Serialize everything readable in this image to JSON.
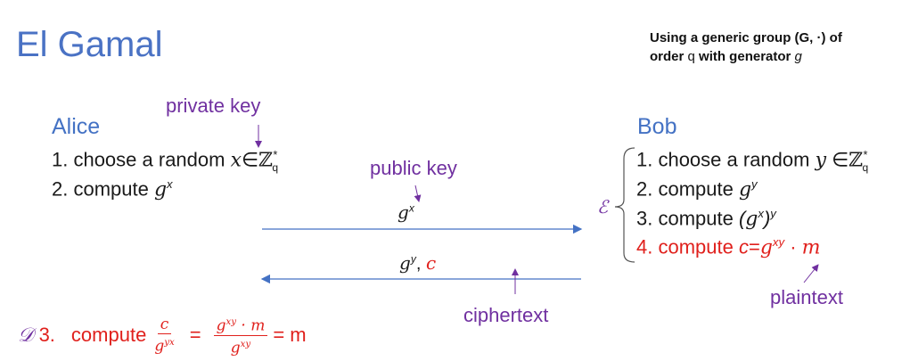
{
  "title": "El Gamal",
  "note": {
    "line1": "Using a generic group (G, ·) of",
    "line2_pre": "order ",
    "line2_q": "q",
    "line2_mid": " with generator ",
    "line2_g": "g"
  },
  "labels": {
    "private_key": "private key",
    "public_key": "public key",
    "ciphertext": "ciphertext",
    "plaintext": "plaintext"
  },
  "alice": {
    "name": "Alice",
    "step1": "1. choose a random ",
    "step1_var": "x",
    "step1_in": "∈",
    "step1_set": "ℤ",
    "step1_sub": "q",
    "step1_sup": "*",
    "step2": "2. compute ",
    "step2_base": "g",
    "step2_exp": "x"
  },
  "bob": {
    "name": "Bob",
    "brace_symbol": "ℰ",
    "step1": "1. choose a random ",
    "step1_var": "y",
    "step1_in": " ∈",
    "step1_set": "ℤ",
    "step1_sub": "q",
    "step1_sup": "*",
    "step2": "2. compute ",
    "step2_base": "g",
    "step2_exp": "y",
    "step3": "3. compute  ",
    "step3_open": "(",
    "step3_base": "g",
    "step3_exp1": "x",
    "step3_close": ")",
    "step3_exp2": "y",
    "step4": "4. compute ",
    "step4_c": "c",
    "step4_eq": "=",
    "step4_base": "g",
    "step4_exp": "xy",
    "step4_dot": " · ",
    "step4_m": "m"
  },
  "messages": {
    "to_bob_base": "g",
    "to_bob_exp": "x",
    "to_alice_base": "g",
    "to_alice_exp": "y",
    "to_alice_sep": ", ",
    "to_alice_c": "c"
  },
  "decrypt": {
    "symbol": "𝒟",
    "step": "3.",
    "compute": "compute",
    "frac1_num": "c",
    "frac1_den_base": "g",
    "frac1_den_exp": "yx",
    "eq": "=",
    "frac2_num": "g",
    "frac2_num_exp": "xy",
    "frac2_num_rest": " · m",
    "frac2_den": "g",
    "frac2_den_exp": "xy",
    "result": "= m"
  }
}
